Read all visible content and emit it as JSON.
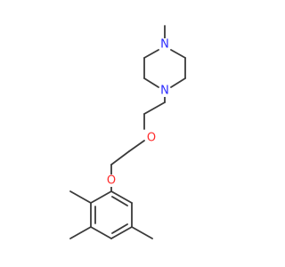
{
  "molecule": {
    "atoms": {
      "n_top": {
        "label": "N",
        "color": "#2b2bff"
      },
      "n_bottom": {
        "label": "N",
        "color": "#2b2bff"
      },
      "o_ether": {
        "label": "O",
        "color": "#ff2b2b"
      },
      "o_aryl": {
        "label": "O",
        "color": "#ff2b2b"
      }
    },
    "bond_color": "#3a3a3a"
  }
}
